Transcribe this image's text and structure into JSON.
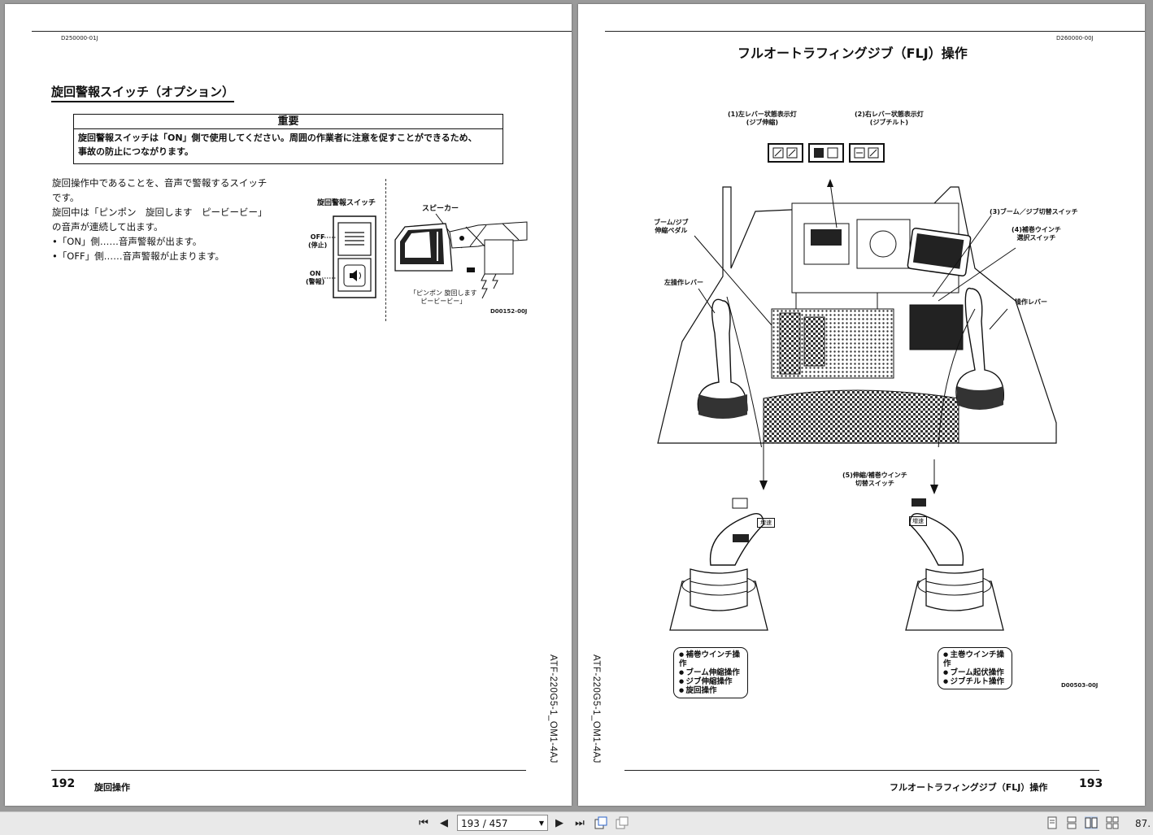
{
  "left_page": {
    "doc_code": "D250000-01J",
    "section_title": "旋回警報スイッチ（オプション）",
    "notice": {
      "heading": "重要",
      "line1": "旋回警報スイッチは「ON」側で使用してください。周囲の作業者に注意を促すことができるため、",
      "line2": "事故の防止につながります。"
    },
    "body": [
      "旋回操作中であることを、音声で警報するスイッチ",
      "です。",
      "旋回中は「ピンポン　旋回します　ピービービー」",
      "の音声が連続して出ます。",
      "•「ON」側……音声警報が出ます。",
      "•「OFF」側……音声警報が止まります。"
    ],
    "figure": {
      "switch_title": "旋回警報スイッチ",
      "off_label": "OFF",
      "off_sub": "(停止)",
      "on_label": "ON",
      "on_sub": "(警報)",
      "speaker_label": "スピーカー",
      "sound_line1": "「ピンポン 旋回します",
      "sound_line2": "ピービービー」",
      "fig_code": "D00152-00J"
    },
    "side_code": "ATF-220G5-1_OM1-4AJ",
    "page_number": "192",
    "footer_title": "旋回操作"
  },
  "right_page": {
    "doc_code": "D260000-00J",
    "title": "フルオートラフィングジブ（FLJ）操作",
    "callouts": {
      "c1_line1": "(1)左レバー状態表示灯",
      "c1_line2": "(ジブ伸縮)",
      "c2_line1": "(2)右レバー状態表示灯",
      "c2_line2": "(ジブチルト)",
      "c3": "(3)ブーム／ジブ切替スイッチ",
      "c4_line1": "(4)補巻ウインチ",
      "c4_line2": "選択スイッチ",
      "pedal_line1": "ブーム/ジブ",
      "pedal_line2": "伸縮ペダル",
      "left_lever": "左操作レバー",
      "right_lever": "右操作レバー",
      "c5_line1": "(5)伸縮/補巻ウインチ",
      "c5_line2": "切替スイッチ",
      "lever_tag": "増速"
    },
    "left_ops": [
      "補巻ウインチ操作",
      "ブーム伸縮操作",
      "ジブ伸縮操作",
      "旋回操作"
    ],
    "right_ops": [
      "主巻ウインチ操作",
      "ブーム起伏操作",
      "ジブチルト操作"
    ],
    "fig_code": "D00503-00J",
    "side_code": "ATF-220G5-1_OM1-4AJ",
    "page_number": "193",
    "footer_title": "フルオートラフィングジブ（FLJ）操作"
  },
  "toolbar": {
    "page_indicator": "193 / 457",
    "zoom": "87."
  }
}
